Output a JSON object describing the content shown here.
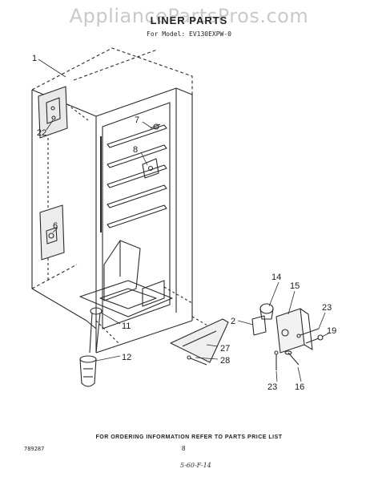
{
  "watermark": "AppliancePartsPros.com",
  "header": {
    "title": "LINER PARTS",
    "model_line": "For Model: EV130EXPW-0"
  },
  "callouts": [
    "1",
    "7",
    "8",
    "22",
    "6",
    "11",
    "12",
    "2",
    "14",
    "15",
    "23",
    "19",
    "27",
    "28",
    "23",
    "16"
  ],
  "footer": {
    "note": "FOR ORDERING INFORMATION REFER TO PARTS PRICE LIST",
    "code": "789287",
    "page": "8",
    "handwritten": "5-60-F-14"
  }
}
